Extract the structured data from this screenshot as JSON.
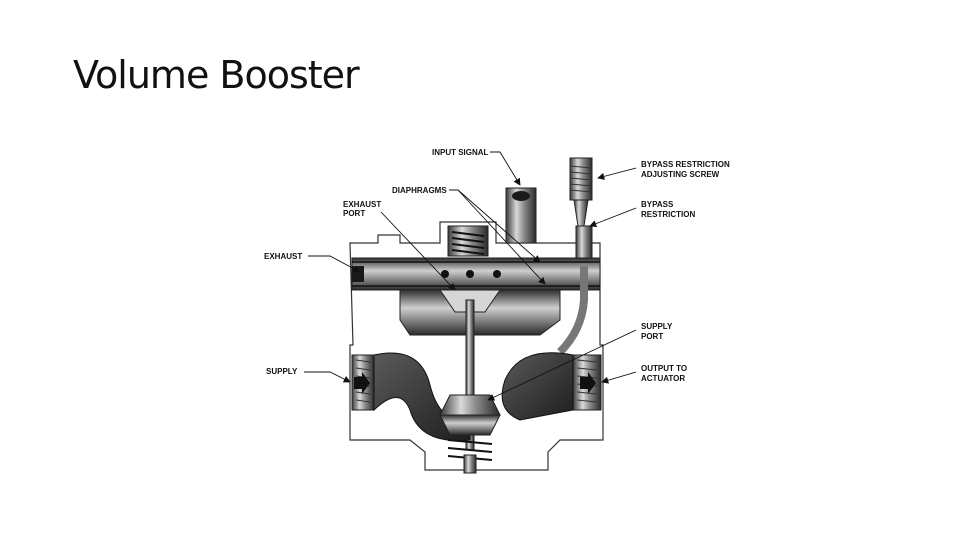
{
  "slide": {
    "title": "Volume Booster"
  },
  "diagram": {
    "labels": {
      "input_signal": "INPUT SIGNAL",
      "diaphragms": "DIAPHRAGMS",
      "exhaust_port_1": "EXHAUST",
      "exhaust_port_2": "PORT",
      "exhaust": "EXHAUST",
      "supply": "SUPPLY",
      "bypass_adj_1": "BYPASS RESTRICTION",
      "bypass_adj_2": "ADJUSTING SCREW",
      "bypass_restr_1": "BYPASS",
      "bypass_restr_2": "RESTRICTION",
      "supply_port_1": "SUPPLY",
      "supply_port_2": "PORT",
      "output_1": "OUTPUT TO",
      "output_2": "ACTUATOR"
    }
  }
}
